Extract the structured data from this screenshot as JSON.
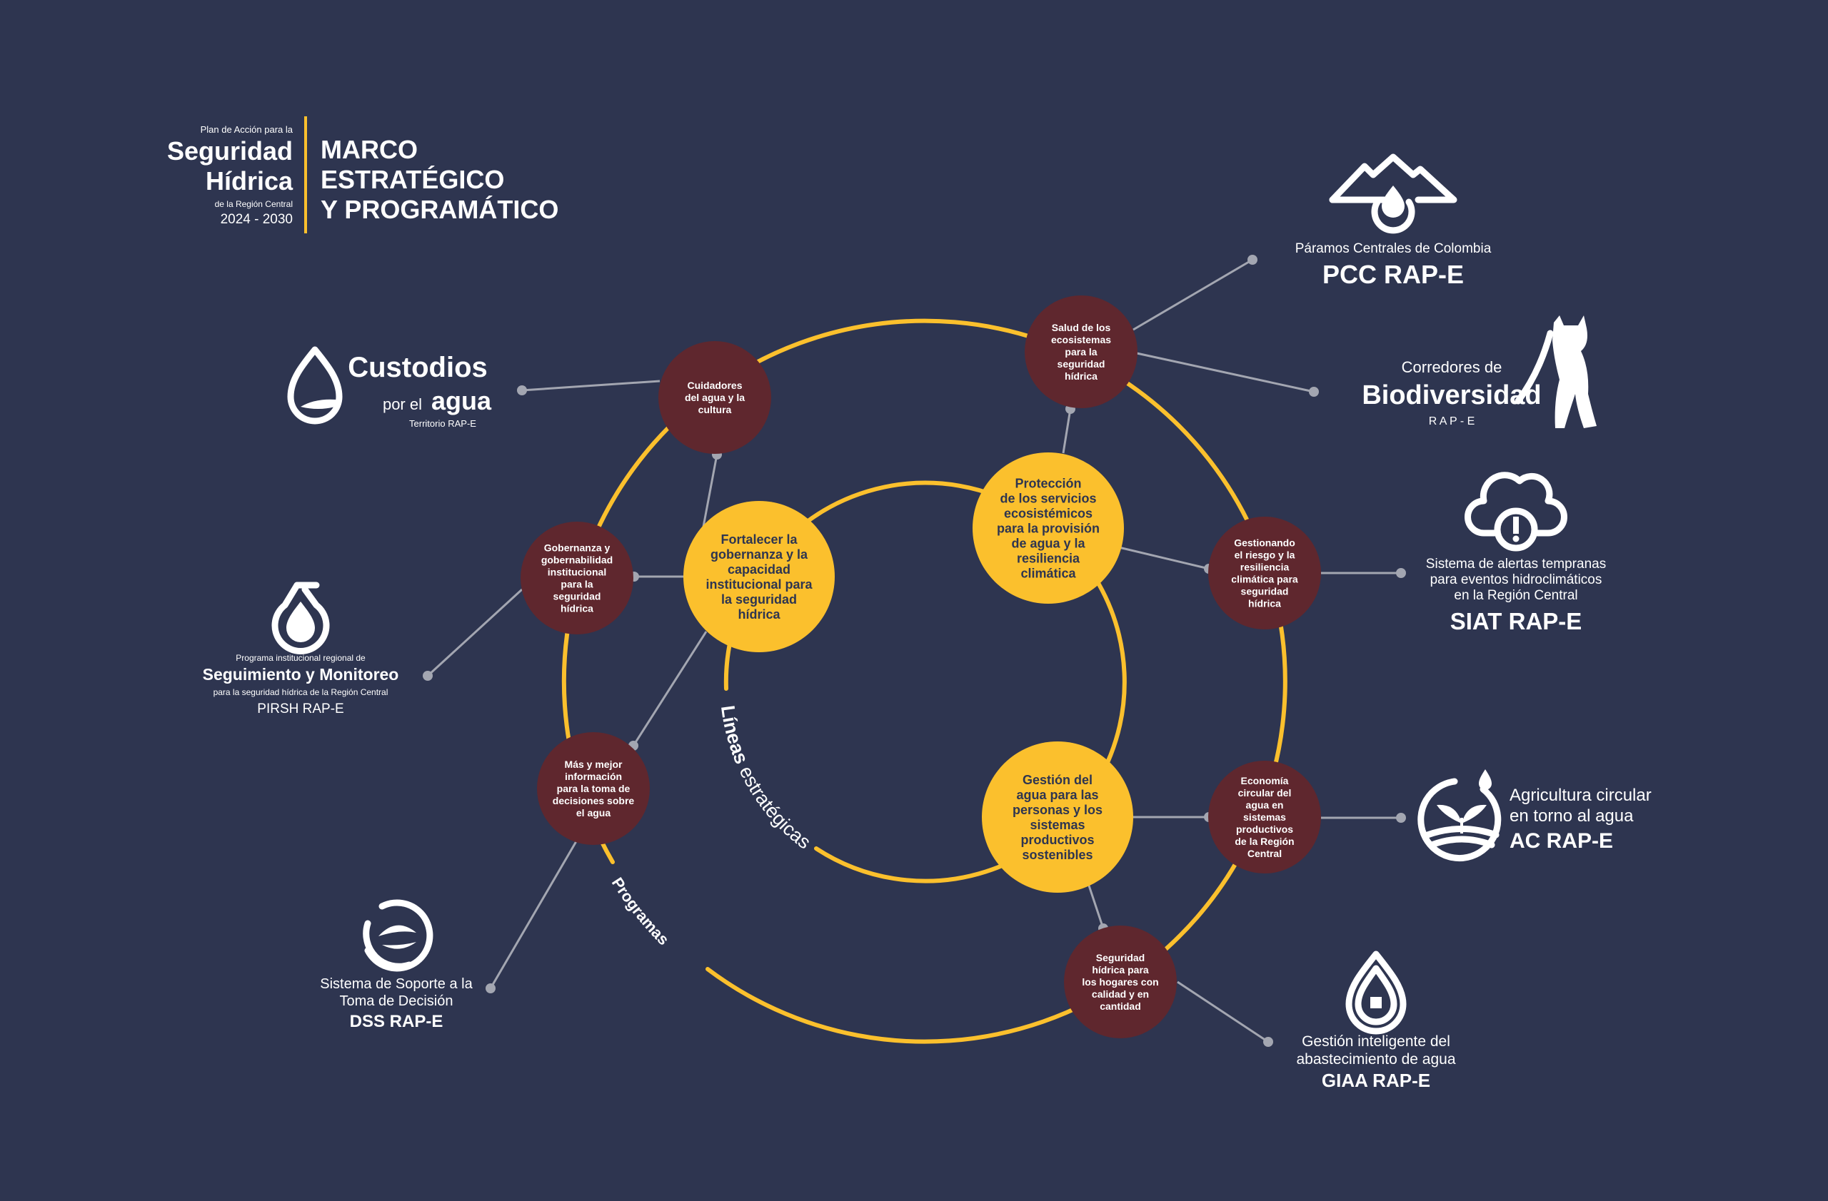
{
  "header": {
    "plan_prefix": "Plan de Acción para la",
    "title_line1": "Seguridad",
    "title_line2": "Hídrica",
    "region": "de la Región Central",
    "years": "2024 - 2030",
    "heading": [
      "MARCO",
      "ESTRATÉGICO",
      "Y PROGRAMÁTICO"
    ]
  },
  "labels": {
    "lineas_bold": "Líneas",
    "lineas_rest": " estratégicas",
    "programas": "Programas"
  },
  "lines": {
    "fortalecer": [
      "Fortalecer la",
      "gobernanza y la",
      "capacidad",
      "institucional para",
      "la seguridad",
      "hídrica"
    ],
    "proteccion": [
      "Protección",
      "de los servicios",
      "ecosistémicos",
      "para la provisión",
      "de agua y la",
      "resiliencia",
      "climática"
    ],
    "gestion": [
      "Gestión del",
      "agua para las",
      "personas y los",
      "sistemas",
      "productivos",
      "sostenibles"
    ]
  },
  "programs": {
    "cuidadores": [
      "Cuidadores",
      "del agua y la",
      "cultura"
    ],
    "salud": [
      "Salud de los",
      "ecosistemas",
      "para la",
      "seguridad",
      "hídrica"
    ],
    "gobernanza": [
      "Gobernanza y",
      "gobernabilidad",
      "institucional",
      "para la",
      "seguridad",
      "hídrica"
    ],
    "gestionando": [
      "Gestionando",
      "el riesgo y la",
      "resiliencia",
      "climática para",
      "seguridad",
      "hídrica"
    ],
    "mas": [
      "Más y mejor",
      "información",
      "para la toma de",
      "decisiones sobre",
      "el agua"
    ],
    "economia": [
      "Economía",
      "circular del",
      "agua en",
      "sistemas",
      "productivos",
      "de la Región",
      "Central"
    ],
    "hogares": [
      "Seguridad",
      "hídrica para",
      "los hogares con",
      "calidad y en",
      "cantidad"
    ]
  },
  "initiatives": {
    "custodios": {
      "title": "Custodios",
      "pre": "por el",
      "word": "agua",
      "sub": "Territorio RAP-E"
    },
    "pcc": {
      "desc": "Páramos Centrales de Colombia",
      "name": "PCC RAP-E"
    },
    "biodiversidad": {
      "pre": "Corredores de",
      "title": "Biodiversidad",
      "sub": "R A P - E"
    },
    "siat": {
      "desc": [
        "Sistema de alertas tempranas",
        "para eventos hidroclimáticos",
        "en la Región Central"
      ],
      "name": "SIAT RAP-E"
    },
    "ac": {
      "desc": [
        "Agricultura circular",
        "en torno al agua"
      ],
      "name": "AC RAP-E"
    },
    "giaa": {
      "desc": [
        "Gestión inteligente del",
        "abastecimiento de agua"
      ],
      "name": "GIAA RAP-E"
    },
    "dss": {
      "desc": [
        "Sistema de Soporte a la",
        "Toma de Decisión"
      ],
      "name": "DSS RAP-E"
    },
    "pirsh": {
      "pre": "Programa institucional regional de",
      "title": "Seguimiento y Monitoreo",
      "sub": "para la seguridad hídrica de la Región Central",
      "name": "PIRSH RAP-E"
    }
  },
  "colors": {
    "background": "#2e3550",
    "yellow": "#fbc02d",
    "maroon": "#5f272e",
    "connector": "#a3a6b1"
  }
}
